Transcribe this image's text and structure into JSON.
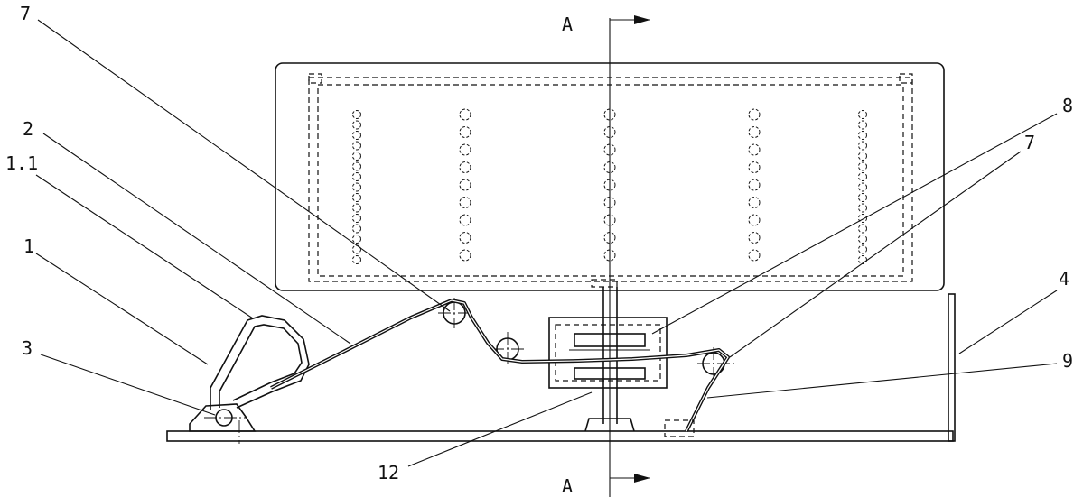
{
  "labels": {
    "section_top": "A",
    "section_bottom": "A",
    "l7a": "7",
    "l2": "2",
    "l11": "1.1",
    "l1": "1",
    "l3": "3",
    "l8": "8",
    "l7b": "7",
    "l4": "4",
    "l9": "9",
    "l12": "12"
  }
}
